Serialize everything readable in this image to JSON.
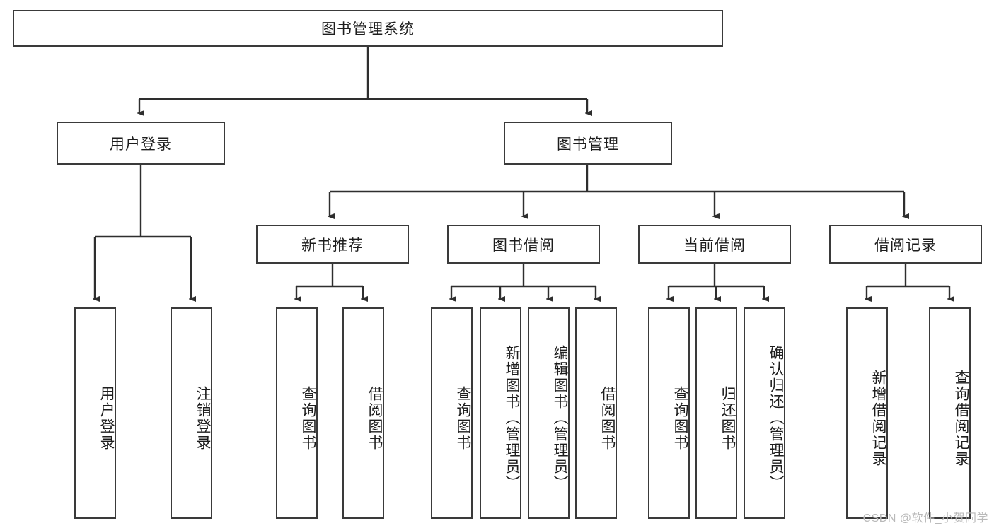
{
  "diagram": {
    "type": "tree",
    "title": "图书管理系统",
    "root": {
      "label": "图书管理系统"
    },
    "level1": [
      {
        "label": "用户登录"
      },
      {
        "label": "图书管理"
      }
    ],
    "level2": [
      {
        "label": "新书推荐",
        "parent": "图书管理"
      },
      {
        "label": "图书借阅",
        "parent": "图书管理"
      },
      {
        "label": "当前借阅",
        "parent": "图书管理"
      },
      {
        "label": "借阅记录",
        "parent": "图书管理"
      }
    ],
    "leaves": {
      "user_login": [
        {
          "label": "用户登录"
        },
        {
          "label": "注销登录"
        }
      ],
      "new_book_recommend": [
        {
          "label": "查询图书"
        },
        {
          "label": "借阅图书"
        }
      ],
      "book_borrow": [
        {
          "label": "查询图书"
        },
        {
          "label": "新增图书（管理员）"
        },
        {
          "label": "编辑图书（管理员）"
        },
        {
          "label": "借阅图书"
        }
      ],
      "current_borrow": [
        {
          "label": "查询图书"
        },
        {
          "label": "归还图书"
        },
        {
          "label": "确认归还（管理员）"
        }
      ],
      "borrow_record": [
        {
          "label": "新增借阅记录"
        },
        {
          "label": "查询借阅记录"
        }
      ]
    }
  },
  "watermark": {
    "text": "CSDN @软件_小贺同学"
  },
  "colors": {
    "border": "#3a3a3a",
    "text": "#1d1d1d",
    "background": "#ffffff",
    "watermark": "#b9b9b9"
  }
}
